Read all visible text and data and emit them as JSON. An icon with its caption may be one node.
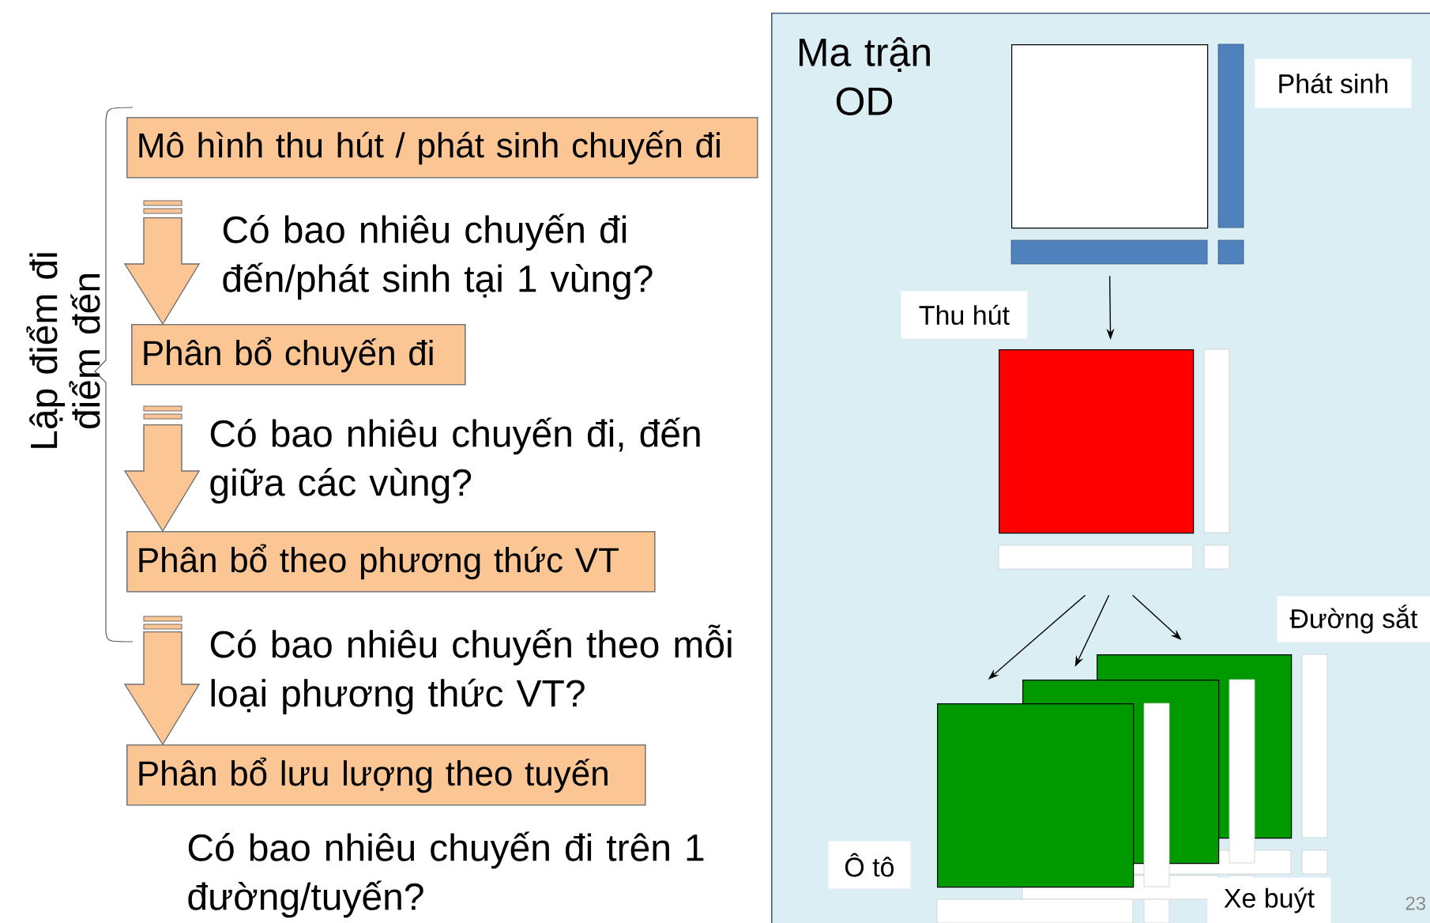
{
  "diagram": {
    "nodes": [
      {
        "text": [
          "Mô hình thu hút / phát sinh chuyến đi"
        ]
      },
      {
        "text": [
          "Phân bổ chuyến đi"
        ]
      },
      {
        "text": [
          "Phân bổ theo phương thức VT"
        ]
      },
      {
        "text": [
          "Phân bổ lưu lượng theo tuyến"
        ],
        "beside": [
          "Có bao nhiêu chuyến đi trên 1 đường/tuyến?"
        ]
      },
      {
        "text": [
          "Ma trận OD"
        ]
      },
      {
        "text": [],
        "shape": "box",
        "in": 4,
        "beside": [
          "Phát sinh"
        ]
      },
      {
        "text": [],
        "shape": "box",
        "in": 4,
        "beside": [
          "Thu hút"
        ]
      },
      {
        "text": [],
        "shape": "box",
        "in": 4,
        "beside": [
          "Ô tô"
        ]
      },
      {
        "text": [],
        "shape": "box",
        "in": 4,
        "beside": [
          "Xe buýt"
        ]
      },
      {
        "text": [],
        "shape": "box",
        "in": 4,
        "beside": [
          "Đường sắt"
        ]
      }
    ],
    "edges": [
      {
        "from": 0,
        "to": 1,
        "arrow": "to",
        "style": "thick",
        "label": "Có bao nhiêu chuyến đi đến/phát sinh tại 1 vùng?"
      },
      {
        "from": 1,
        "to": 2,
        "arrow": "to",
        "style": "thick",
        "label": "Có bao nhiêu chuyến đi, đến giữa các vùng?"
      },
      {
        "from": 2,
        "to": 3,
        "arrow": "to",
        "style": "thick",
        "label": "Có bao nhiêu chuyến theo mỗi loại phương thức VT?"
      },
      {
        "from": 5,
        "to": 6,
        "arrow": "to"
      },
      {
        "from": 6,
        "to": 7,
        "arrow": "to"
      },
      {
        "from": 6,
        "to": 8,
        "arrow": "to"
      },
      {
        "from": 6,
        "to": 9,
        "arrow": "to"
      }
    ],
    "labels": [
      "Lập điểm đi điểm đến",
      "23"
    ]
  }
}
